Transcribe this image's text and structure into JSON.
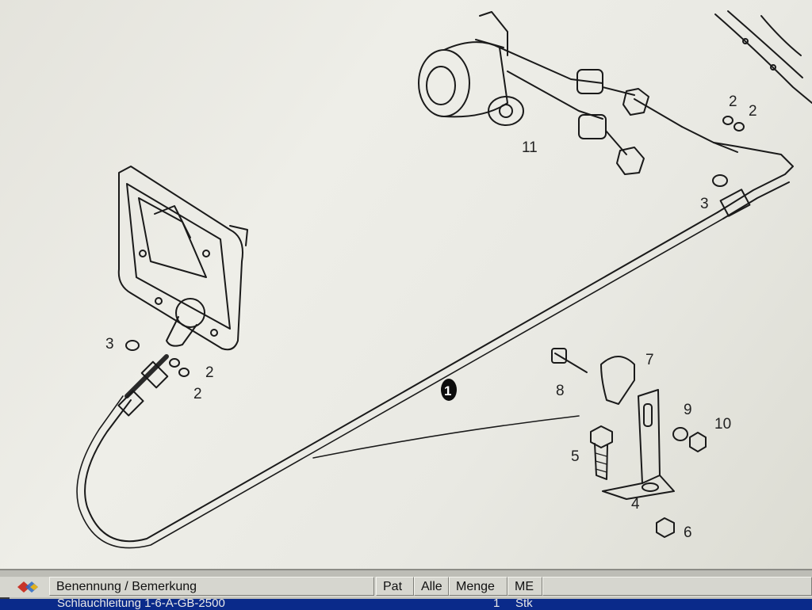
{
  "diagram": {
    "callouts": [
      {
        "id": "c1",
        "text": "1",
        "main": true
      },
      {
        "id": "c2a",
        "text": "2"
      },
      {
        "id": "c2b",
        "text": "2"
      },
      {
        "id": "c2c",
        "text": "2"
      },
      {
        "id": "c2d",
        "text": "2"
      },
      {
        "id": "c3a",
        "text": "3"
      },
      {
        "id": "c3b",
        "text": "3"
      },
      {
        "id": "c4",
        "text": "4"
      },
      {
        "id": "c5",
        "text": "5"
      },
      {
        "id": "c6",
        "text": "6"
      },
      {
        "id": "c7",
        "text": "7"
      },
      {
        "id": "c8",
        "text": "8"
      },
      {
        "id": "c9",
        "text": "9"
      },
      {
        "id": "c10",
        "text": "10"
      },
      {
        "id": "c11",
        "text": "11"
      }
    ]
  },
  "table": {
    "headers": {
      "name": "Benennung / Bemerkung",
      "pat": "Pat",
      "alle": "Alle",
      "menge": "Menge",
      "me": "ME"
    },
    "row": {
      "name": "Schlauchleitung 1-6-A-GB-2500",
      "pat": "",
      "menge": "1",
      "me": "Stk"
    }
  }
}
